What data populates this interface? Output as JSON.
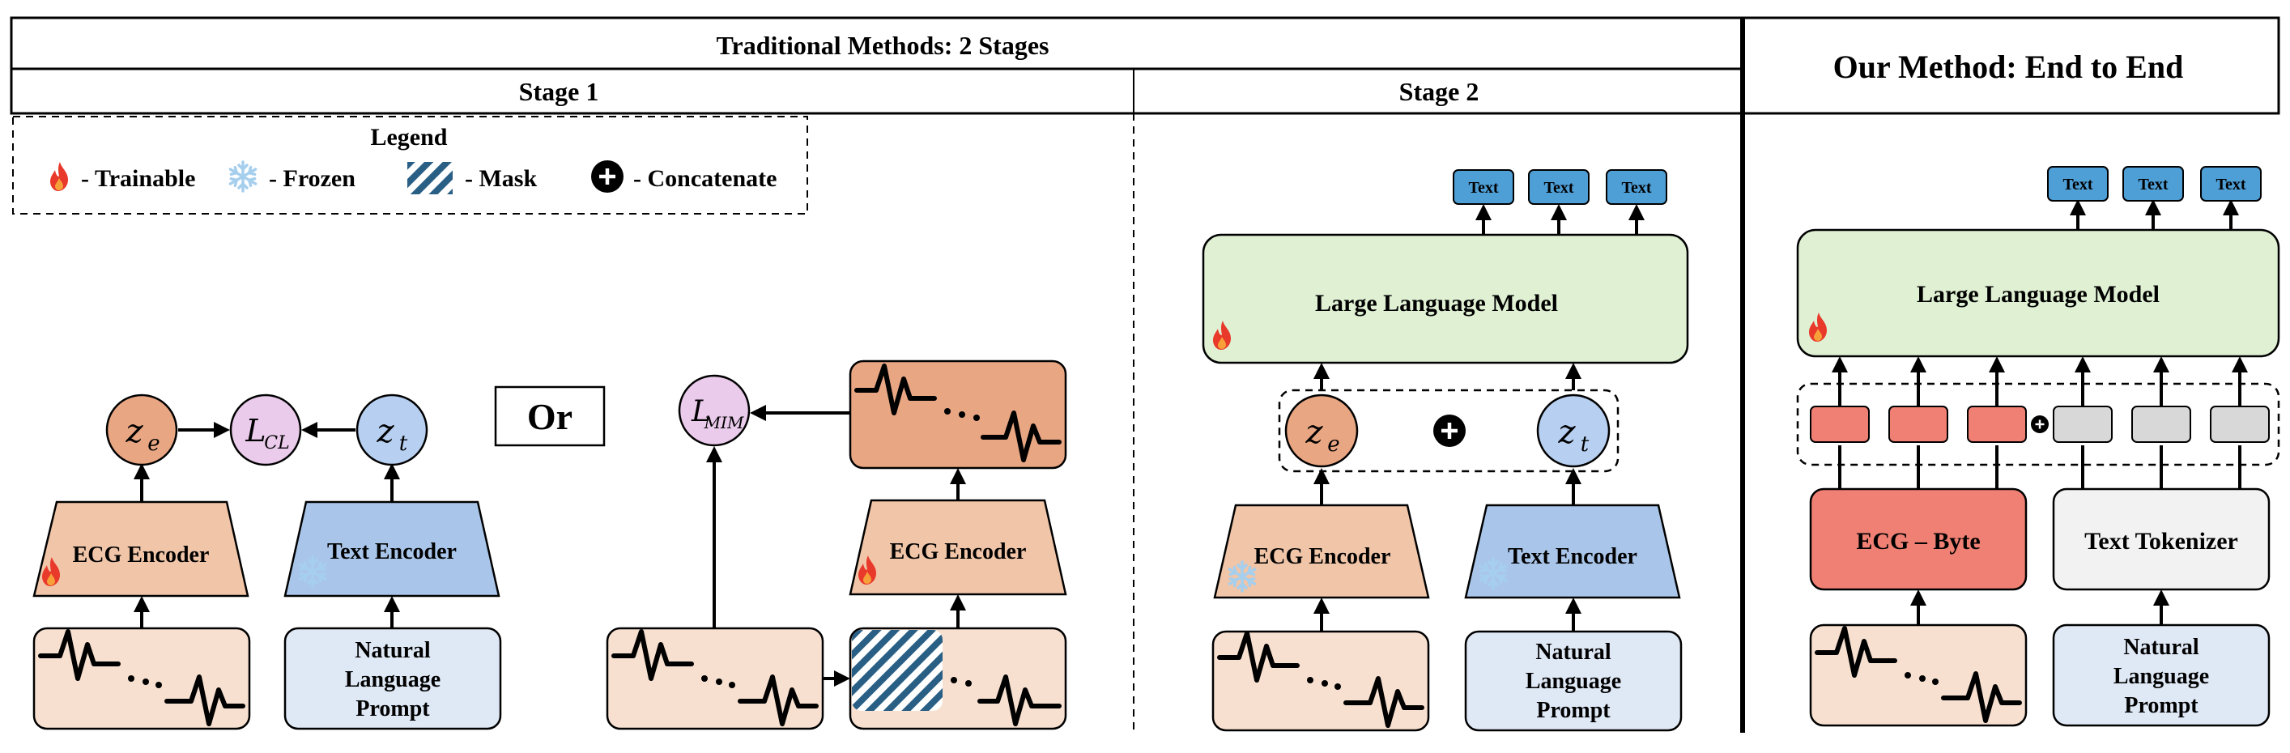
{
  "headers": {
    "traditional": "Traditional Methods: 2 Stages",
    "stage1": "Stage 1",
    "stage2": "Stage 2",
    "ours": "Our Method: End to End"
  },
  "legend": {
    "title": "Legend",
    "trainable": "- Trainable",
    "frozen": "- Frozen",
    "mask": "- Mask",
    "concatenate": "- Concatenate"
  },
  "stage1": {
    "ecg_encoder": "ECG Encoder",
    "text_encoder": "Text Encoder",
    "prompt": [
      "Natural",
      "Language",
      "Prompt"
    ],
    "z_e": "z",
    "z_e_sub": "e",
    "z_t": "z",
    "z_t_sub": "t",
    "loss_cl": "L",
    "loss_cl_sub": "CL",
    "or": "Or",
    "loss_mim": "L",
    "loss_mim_sub": "MIM",
    "ecg_encoder_2": "ECG Encoder"
  },
  "stage2": {
    "llm": "Large Language Model",
    "text_tokens": [
      "Text",
      "Text",
      "Text"
    ],
    "ecg_encoder": "ECG Encoder",
    "text_encoder": "Text Encoder",
    "prompt": [
      "Natural",
      "Language",
      "Prompt"
    ],
    "z_e": "z",
    "z_e_sub": "e",
    "z_t": "z",
    "z_t_sub": "t"
  },
  "ours": {
    "llm": "Large Language Model",
    "text_tokens": [
      "Text",
      "Text",
      "Text"
    ],
    "ecg_byte": "ECG – Byte",
    "text_tokenizer": "Text Tokenizer",
    "prompt": [
      "Natural",
      "Language",
      "Prompt"
    ]
  },
  "colors": {
    "ecg_input": "#f7e0d0",
    "ecg_encoder": "#f0c5a8",
    "ecg_embed": "#e8a683",
    "text_encoder": "#a9c6ea",
    "text_input": "#dfe8f5",
    "text_embed": "#b7cff0",
    "loss": "#eacbeb",
    "llm": "#dff0d3",
    "token": "#4f9fd7",
    "ecg_byte": "#f08074",
    "ecg_token": "#f08074",
    "text_tokenizer": "#f2f2f2",
    "text_token": "#d8d8d8",
    "flame": "#e8392a",
    "snow": "#a6cfee",
    "mask": "#2a5f85"
  }
}
